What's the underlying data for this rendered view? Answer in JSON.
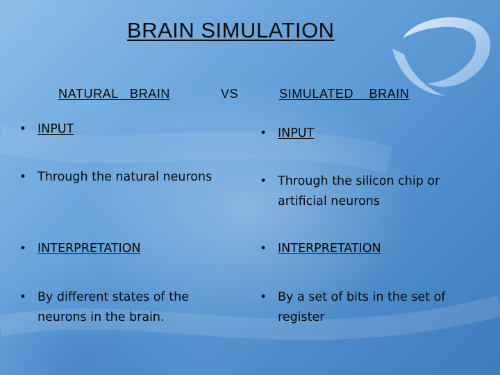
{
  "slide": {
    "title": "BRAIN SIMULATION",
    "header_left": "NATURAL   BRAIN",
    "header_vs": "VS",
    "header_right": "SIMULATED    BRAIN",
    "bullet_char": "•",
    "left_column": {
      "input": "INPUT",
      "input_detail": "Through the natural neurons",
      "interpretation": "INTERPRETATION",
      "interpretation_detail": "By  different states of the neurons in the brain."
    },
    "right_column": {
      "input": "INPUT",
      "input_detail": "Through the silicon chip or artificial neurons",
      "interpretation": "INTERPRETATION",
      "interpretation_detail": "By a set of bits in the set of register"
    }
  },
  "colors": {
    "background_light": "#8fbde8",
    "background_dark": "#3f7cbd",
    "text": "#0a0a0a"
  }
}
